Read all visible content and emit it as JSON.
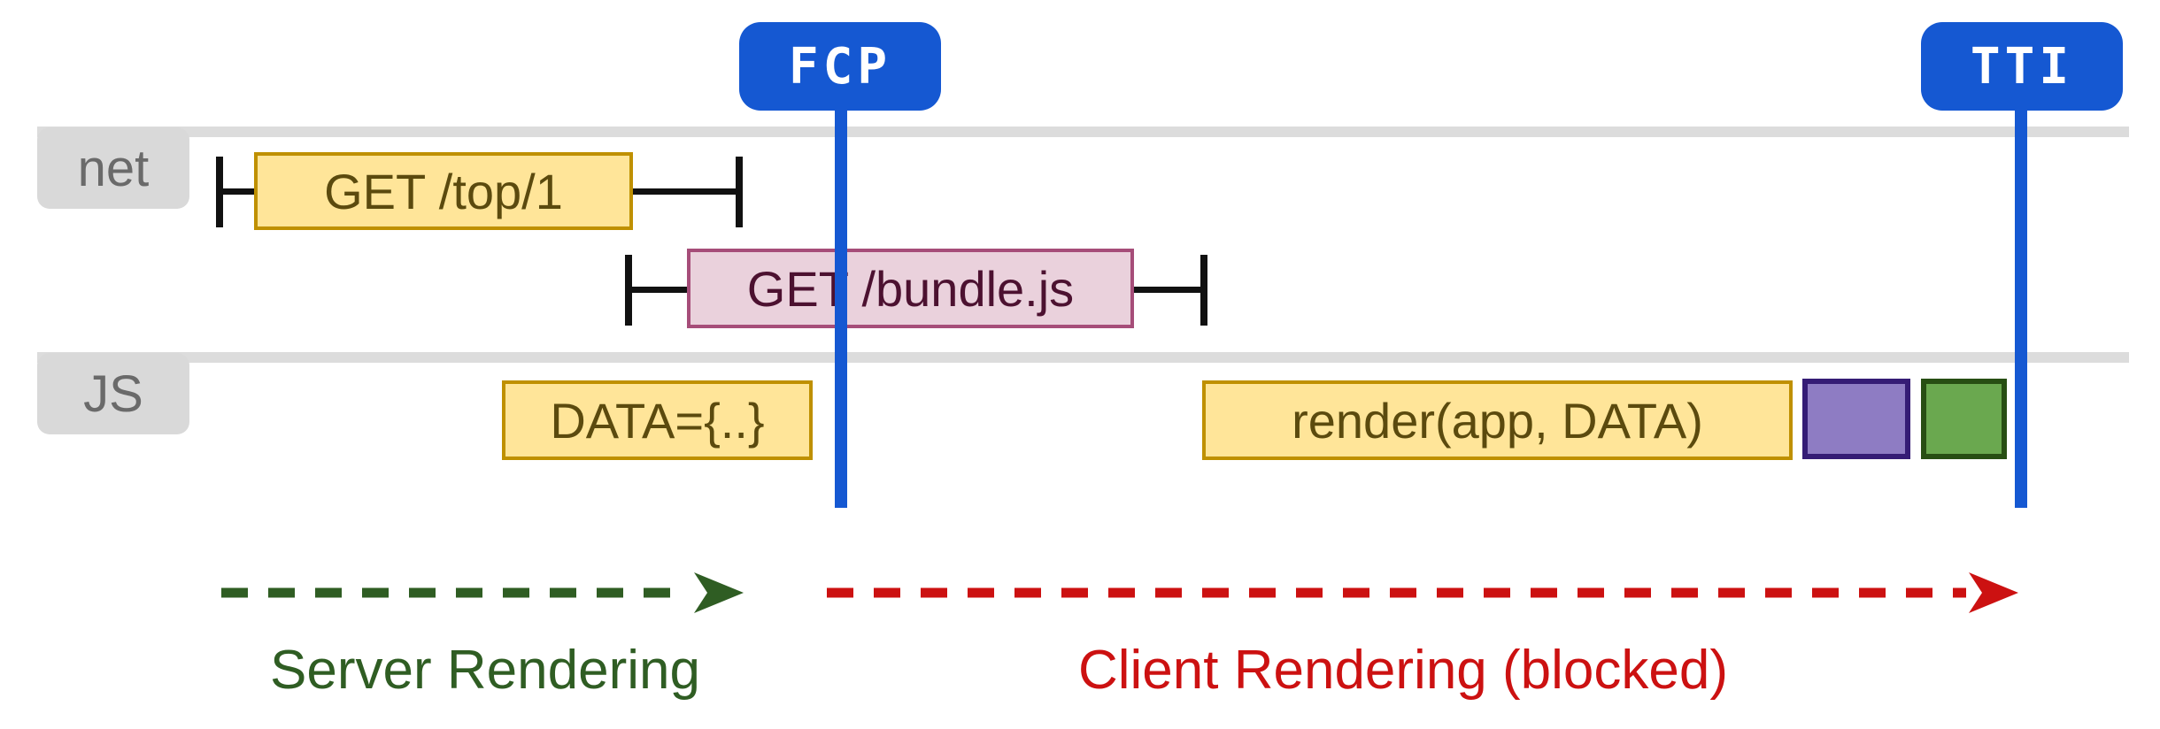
{
  "markers": {
    "fcp": {
      "label": "FCP"
    },
    "tti": {
      "label": "TTI"
    }
  },
  "lanes": {
    "net": {
      "label": "net"
    },
    "js": {
      "label": "JS"
    }
  },
  "network": {
    "requests": [
      {
        "label": "GET /top/1"
      },
      {
        "label": "GET /bundle.js"
      }
    ]
  },
  "js_tasks": {
    "parse_data": {
      "label": "DATA={..}"
    },
    "render": {
      "label": "render(app, DATA)"
    },
    "purple_task": {
      "label": ""
    },
    "green_task": {
      "label": ""
    }
  },
  "phases": {
    "server": {
      "label": "Server Rendering",
      "color": "#2f5d23"
    },
    "client": {
      "label": "Client Rendering (blocked)",
      "color": "#cc1111"
    }
  },
  "colors": {
    "metric_blue": "#1558d2",
    "lane_line": "#dcdcdc",
    "lane_label_bg": "#d9d9d9",
    "lane_label_text": "#6a6a6a",
    "yellow_fill": "#ffe599",
    "yellow_border": "#bf9000",
    "yellow_text": "#5b4a0e",
    "pink_fill": "#ead1dc",
    "pink_border": "#a64d79",
    "pink_text": "#4c1130",
    "purple_fill": "#8e7cc3",
    "purple_border": "#351c75",
    "green_fill": "#6aa84f",
    "green_border": "#274e13",
    "whisker_black": "#111111"
  }
}
